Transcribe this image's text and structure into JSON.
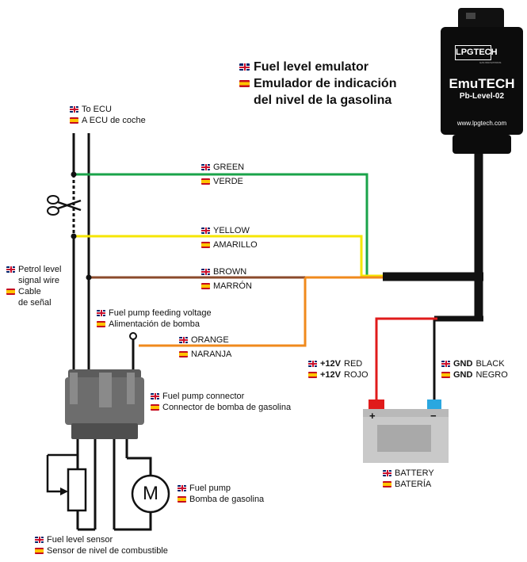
{
  "title": {
    "en": "Fuel level emulator",
    "es_line1": "Emulador de indicación",
    "es_line2": "del nivel de la gasolina"
  },
  "device": {
    "brand": "LPGTECH",
    "brand_tagline": "GAS INNOVATIONS",
    "name": "EmuTECH",
    "model": "Pb-Level-02",
    "url": "www.lpgtech.com"
  },
  "labels": {
    "to_ecu_en": "To ECU",
    "to_ecu_es": "A ECU de coche",
    "green_en": "GREEN",
    "green_es": "VERDE",
    "yellow_en": "YELLOW",
    "yellow_es": "AMARILLO",
    "brown_en": "BROWN",
    "brown_es": "MARRÓN",
    "orange_en": "ORANGE",
    "orange_es": "NARANJA",
    "petrol_en_1": "Petrol level",
    "petrol_en_2": "signal wire",
    "petrol_es_1": "Cable",
    "petrol_es_2": "de señal",
    "feed_en": "Fuel pump feeding voltage",
    "feed_es": "Alimentación de bomba",
    "red_en_bold": "+12V",
    "red_en": "RED",
    "red_es_bold": "+12V",
    "red_es": "ROJO",
    "gnd_en_bold": "GND",
    "gnd_en": "BLACK",
    "gnd_es_bold": "GND",
    "gnd_es": "NEGRO",
    "connector_en": "Fuel pump connector",
    "connector_es": "Connector de bomba de gasolina",
    "pump_en": "Fuel pump",
    "pump_es": "Bomba de gasolina",
    "battery_en": "BATTERY",
    "battery_es": "BATERÍA",
    "sensor_en": "Fuel level sensor",
    "sensor_es": "Sensor de nivel de combustible",
    "motor_letter": "M",
    "plus": "+",
    "minus": "−"
  },
  "colors": {
    "green": "#1aa34a",
    "yellow": "#f5e600",
    "brown": "#8b4a2b",
    "orange": "#f08a1c",
    "red": "#e01b1b",
    "black": "#111111"
  }
}
